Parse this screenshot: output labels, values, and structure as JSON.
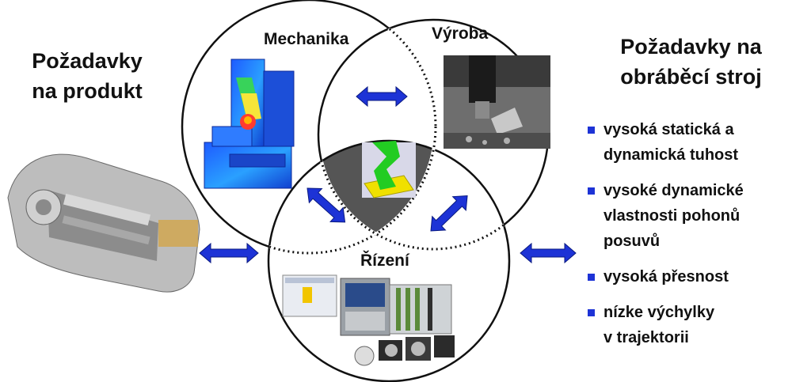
{
  "left_heading": [
    "Požadavky",
    "na produkt"
  ],
  "right_heading": [
    "Požadavky na",
    "obráběcí stroj"
  ],
  "circles": {
    "mechanika": "Mechanika",
    "vyroba": "Výroba",
    "rizeni": "Řízení"
  },
  "requirements": [
    [
      "vysoká statická a",
      "dynamická tuhost"
    ],
    [
      "vysoké dynamické",
      "vlastnosti pohonů",
      "posuvů"
    ],
    [
      "vysoká přesnost"
    ],
    [
      "nízke výchylky",
      "v trajektorii"
    ]
  ],
  "colors": {
    "arrow": "#1d33d6",
    "bullet": "#1d33d6",
    "center": "#555555"
  },
  "icons": [
    "gearbox-image",
    "machine-fem-image",
    "milling-photo",
    "cad-part-image",
    "control-hardware-image"
  ]
}
